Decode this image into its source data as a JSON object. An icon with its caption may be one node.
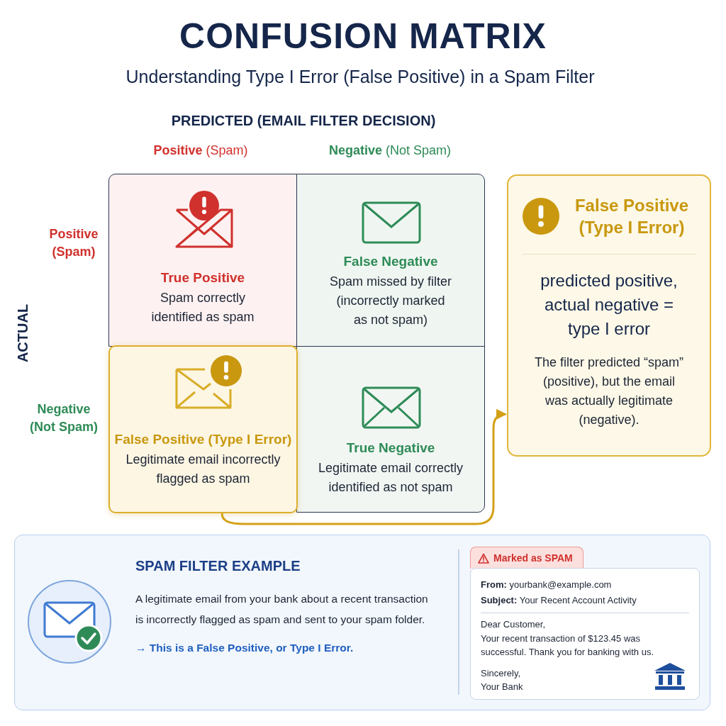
{
  "diagram": {
    "title": "CONFUSION MATRIX",
    "nodes": [
      {
        "text": [
          "True Positive",
          "Spam correctly identified as spam"
        ]
      },
      {
        "text": [
          "False Negative",
          "Spam missed by filter (incorrectly marked as not spam)"
        ]
      },
      {
        "text": [
          "False Positive (Type I Error)",
          "Legitimate email incorrectly flagged as spam"
        ]
      },
      {
        "text": [
          "True Negative",
          "Legitimate email correctly identified as not spam"
        ]
      },
      {
        "text": [
          "False Positive (Type I Error)",
          "predicted positive, actual negative = type I error",
          "The filter predicted “spam” (positive), but the email was actually legitimate (negative)."
        ]
      },
      {
        "text": [
          "SPAM FILTER EXAMPLE",
          "A legitimate email from your bank about a recent transaction is incorrectly flagged as spam and sent to your spam folder.",
          "→ This is a False Positive, or Type I Error."
        ]
      },
      {
        "text": [
          "Marked as SPAM",
          "**From:** yourbank@example.com",
          "**Subject:** Your Recent Account Activity",
          "Dear Customer,",
          "Your recent transaction of $123.45 was successful. Thank you for banking with us.",
          "Sincerely,",
          "Your Bank"
        ],
        "in": 5
      }
    ],
    "edges": [
      {
        "from": 2,
        "to": 4,
        "arrow": "to",
        "color": "#d4a017"
      }
    ],
    "labels": [
      "Understanding Type I Error (False Positive) in a Spam Filter",
      "PREDICTED (EMAIL FILTER DECISION)",
      "**Positive** (Spam)",
      "**Negative** (Not Spam)",
      "Positive (Spam)",
      "ACTUAL",
      "Negative (Not Spam)"
    ]
  }
}
